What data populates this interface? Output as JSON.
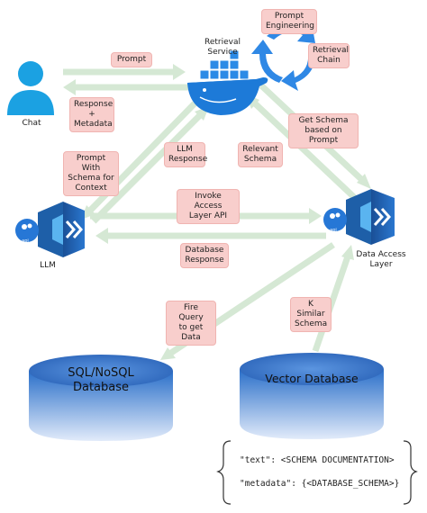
{
  "nodes": {
    "chat": "Chat",
    "retrieval": "Retrieval\nService",
    "llm": "LLM",
    "dal": "Data Access\nLayer",
    "sql_db": "SQL/NoSQL\nDatabase",
    "vector_db": "Vector Database",
    "llm_badge": "api",
    "dal_badge": "api"
  },
  "edge_labels": {
    "prompt": "Prompt",
    "response_metadata": "Response\n+\nMetadata",
    "prompt_engineering": "Prompt\nEngineering",
    "retrieval_chain": "Retrieval\nChain",
    "get_schema": "Get Schema\nbased on Prompt",
    "prompt_with_schema": "Prompt With\nSchema for\nContext",
    "llm_response": "LLM\nResponse",
    "relevant_schema": "Relevant\nSchema",
    "invoke_access": "Invoke Access\nLayer API",
    "database_response": "Database\nResponse",
    "fire_query": "Fire Query\nto get Data",
    "k_similar": "K Similar\nSchema"
  },
  "vector_doc": {
    "line1": "\"text\": <SCHEMA DOCUMENTATION>",
    "line2": "\"metadata\": {<DATABASE_SCHEMA>}"
  },
  "colors": {
    "arrow": "#d5e8d4",
    "label_bg": "#f8cecc",
    "person": "#1ba1e2",
    "cycle": "#2f88e5",
    "azure_dark": "#1e5fa8",
    "azure_light": "#5ab4f0",
    "db_top": "#2a6fc9",
    "db_bottom": "#dde8f8"
  }
}
